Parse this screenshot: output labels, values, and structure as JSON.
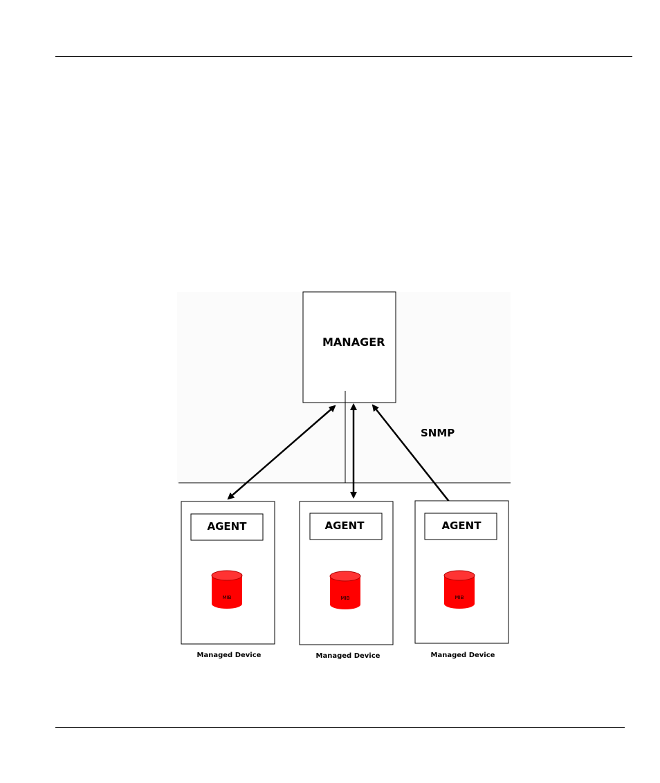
{
  "diagram": {
    "manager_label": "MANAGER",
    "protocol_label": "SNMP",
    "devices": [
      {
        "agent_label": "AGENT",
        "mib_label": "MIB",
        "caption": "Managed Device"
      },
      {
        "agent_label": "AGENT",
        "mib_label": "MIB",
        "caption": "Managed Device"
      },
      {
        "agent_label": "AGENT",
        "mib_label": "MIB",
        "caption": "Managed Device"
      }
    ],
    "colors": {
      "network_band": "#fbfbfb",
      "mib_fill": "#ff0000",
      "mib_top": "#ff3333",
      "mib_outline": "#b00000",
      "line": "#000000"
    }
  }
}
